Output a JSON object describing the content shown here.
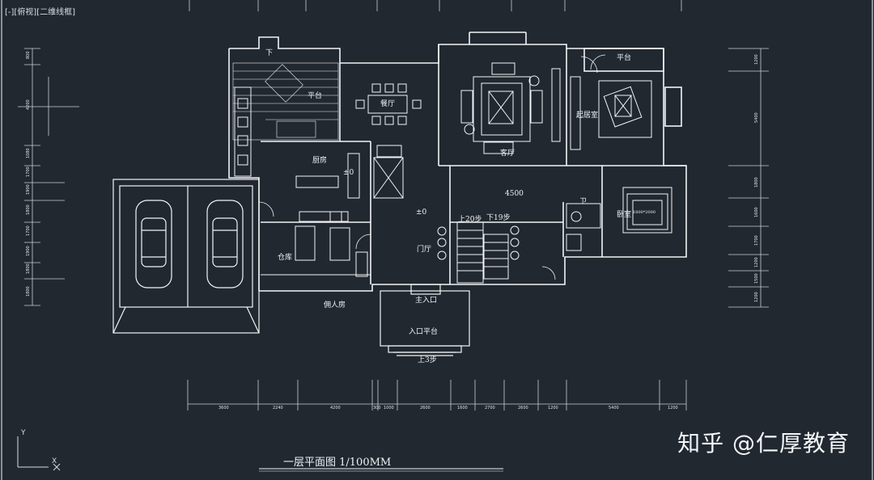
{
  "viewport": {
    "label": "[-][俯视][二维线框]",
    "ucs": {
      "y_label": "Y",
      "x_label": "X"
    }
  },
  "drawing": {
    "title": "一层平面图 1/100MM",
    "rooms": {
      "platform_top_left": "平台",
      "dining": "餐厅",
      "living": "客厅",
      "sitting": "起居室",
      "platform_top_right": "平台",
      "kitchen": "厨房",
      "kitchen_level": "±0",
      "garage_area": "仓库",
      "servant": "佣人房",
      "foyer_level": "±0",
      "foyer": "门厅",
      "up_stairs": "上20步",
      "down_stairs": "下19步",
      "living_level": "4500",
      "bedroom": "卧室",
      "bath": "卫",
      "main_entry": "主入口",
      "entry_platform": "入口平台",
      "up_3_steps": "上3步",
      "top_down": "下",
      "bed_size": "1800*2000"
    },
    "dims_bottom": [
      "3600",
      "2240",
      "4200",
      "300",
      "1000",
      "2600",
      "1600",
      "2700",
      "2600",
      "1200",
      "5400",
      "1200"
    ],
    "dims_left": [
      "800",
      "4200",
      "1080",
      "1700",
      "1900",
      "1800",
      "1700",
      "1900",
      "1800",
      "1800"
    ],
    "dims_right": [
      "1200",
      "5400",
      "1800",
      "1600",
      "1700",
      "1200",
      "1500",
      "1200"
    ]
  },
  "watermark": "知乎 @仁厚教育",
  "colors": {
    "background": "#212830",
    "lines": "#f2f4f6",
    "text": "#eef2f5"
  }
}
